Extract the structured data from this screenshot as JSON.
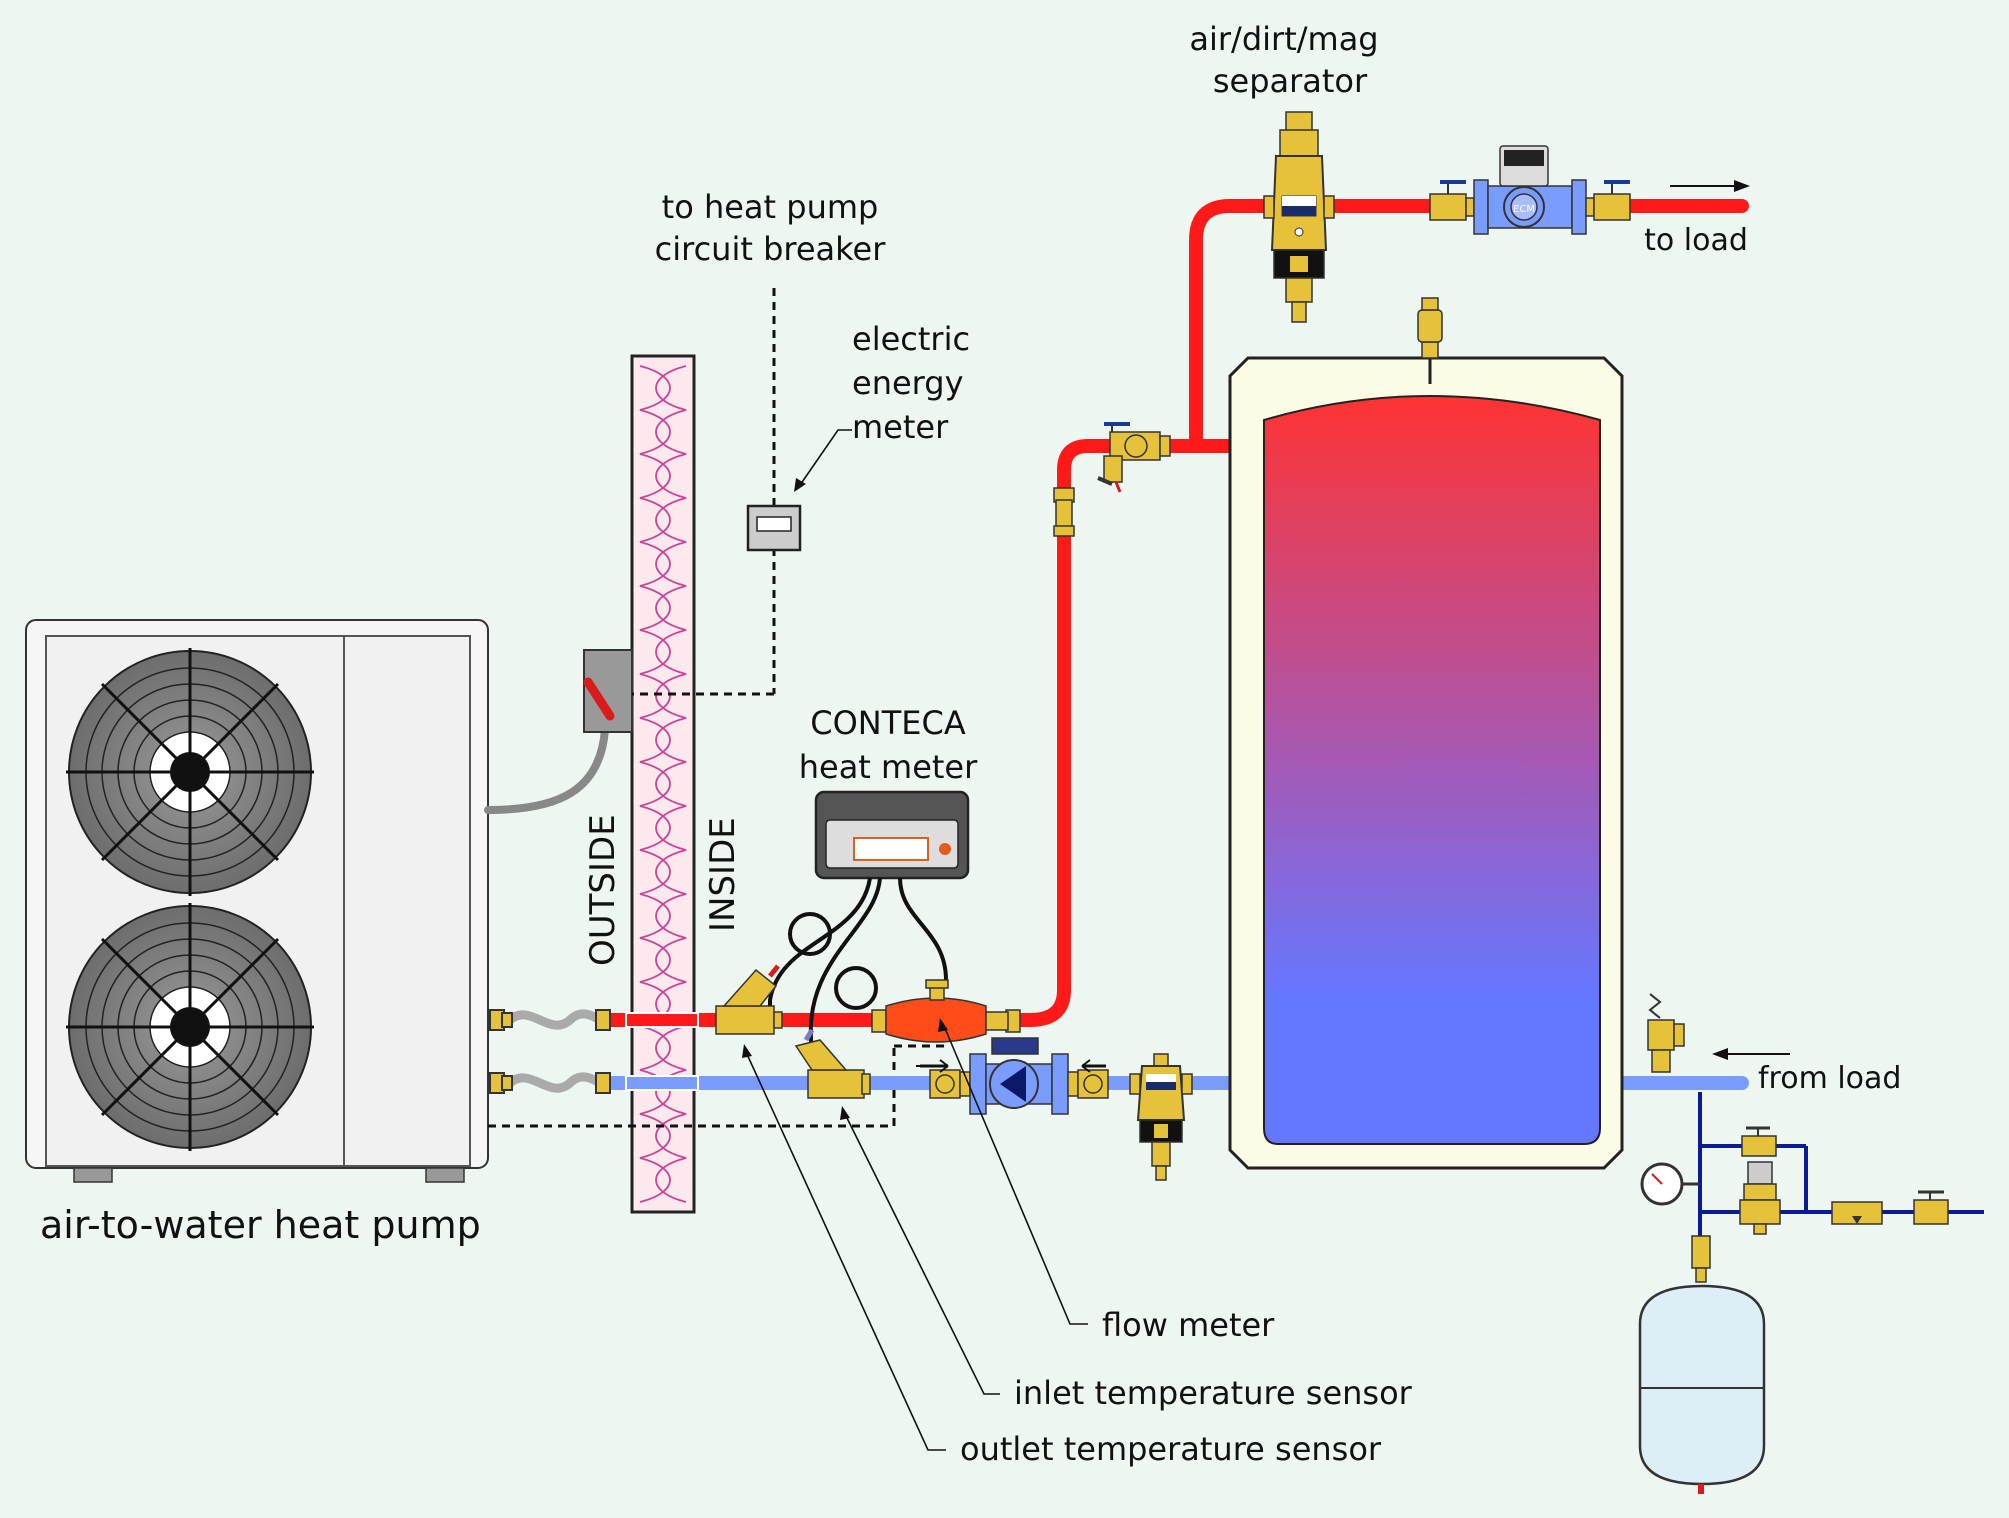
{
  "labels": {
    "separator_line1": "air/dirt/mag",
    "separator_line2": "separator",
    "to_load": "to load",
    "breaker_line1": "to heat pump",
    "breaker_line2": "circuit breaker",
    "energy_line1": "electric",
    "energy_line2": "energy",
    "energy_line3": "meter",
    "conteca_line1": "CONTECA",
    "conteca_line2": "heat meter",
    "outside": "OUTSIDE",
    "inside": "INSIDE",
    "from_load": "from load",
    "heat_pump": "air-to-water heat pump",
    "flow_meter": "flow meter",
    "inlet_sensor": "inlet temperature sensor",
    "outlet_sensor": "outlet temperature sensor",
    "ecm": "ECM"
  },
  "colors": {
    "hot_pipe": "#ff1a1a",
    "cold_pipe": "#7b9cff",
    "tank_top": "#ff3333",
    "tank_bottom": "#6677ff",
    "brass": "#e6c23a",
    "background": "#eef6f1"
  }
}
